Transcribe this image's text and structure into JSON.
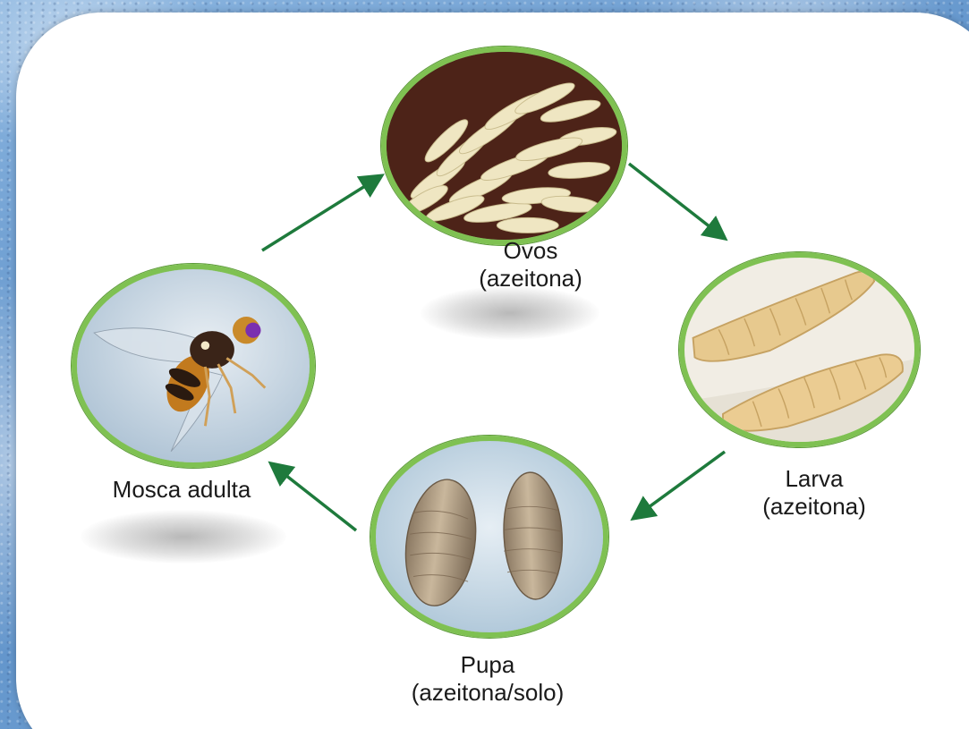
{
  "stages": {
    "eggs": {
      "title": "Ovos",
      "location": "(azeitona)",
      "image": "eggs-photo"
    },
    "larva": {
      "title": "Larva",
      "location": "(azeitona)",
      "image": "larva-photo"
    },
    "pupa": {
      "title": "Pupa",
      "location": "(azeitona/solo)",
      "image": "pupa-photo"
    },
    "adult": {
      "title": "Mosca adulta",
      "image": "adult-fly-photo"
    }
  },
  "colors": {
    "ring": "#7fc152",
    "arrow": "#1e7a3c",
    "card": "#ffffff",
    "background": "#6d9ed0"
  }
}
